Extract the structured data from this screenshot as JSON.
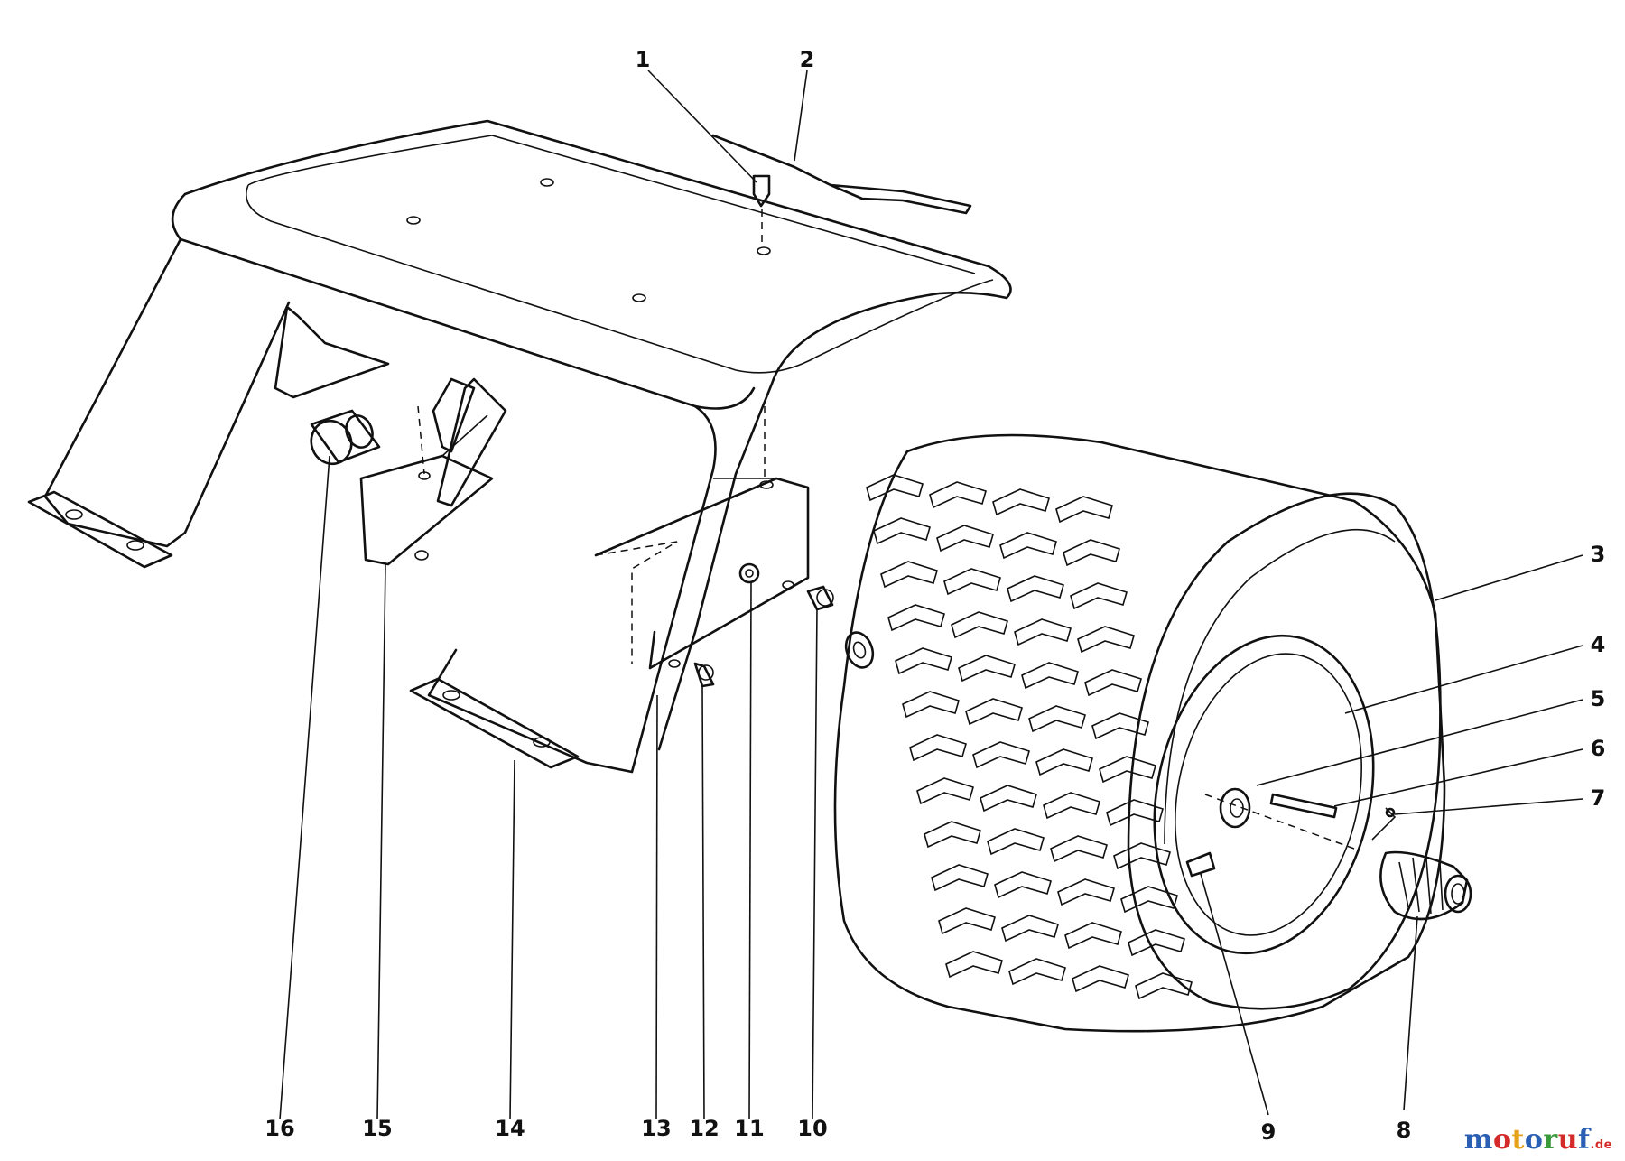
{
  "callouts": [
    {
      "id": "1",
      "label": "1"
    },
    {
      "id": "2",
      "label": "2"
    },
    {
      "id": "3",
      "label": "3"
    },
    {
      "id": "4",
      "label": "4"
    },
    {
      "id": "5",
      "label": "5"
    },
    {
      "id": "6",
      "label": "6"
    },
    {
      "id": "7",
      "label": "7"
    },
    {
      "id": "8",
      "label": "8"
    },
    {
      "id": "9",
      "label": "9"
    },
    {
      "id": "10",
      "label": "10"
    },
    {
      "id": "11",
      "label": "11"
    },
    {
      "id": "12",
      "label": "12"
    },
    {
      "id": "13",
      "label": "13"
    },
    {
      "id": "14",
      "label": "14"
    },
    {
      "id": "15",
      "label": "15"
    },
    {
      "id": "16",
      "label": "16"
    }
  ],
  "watermark": {
    "letters": [
      {
        "ch": "m",
        "color": "#2b5fb3"
      },
      {
        "ch": "o",
        "color": "#d52a2a"
      },
      {
        "ch": "t",
        "color": "#e6a21a"
      },
      {
        "ch": "o",
        "color": "#2b5fb3"
      },
      {
        "ch": "r",
        "color": "#3a9a3a"
      },
      {
        "ch": "u",
        "color": "#d52a2a"
      },
      {
        "ch": "f",
        "color": "#2b5fb3"
      }
    ],
    "suffix": ".de"
  }
}
